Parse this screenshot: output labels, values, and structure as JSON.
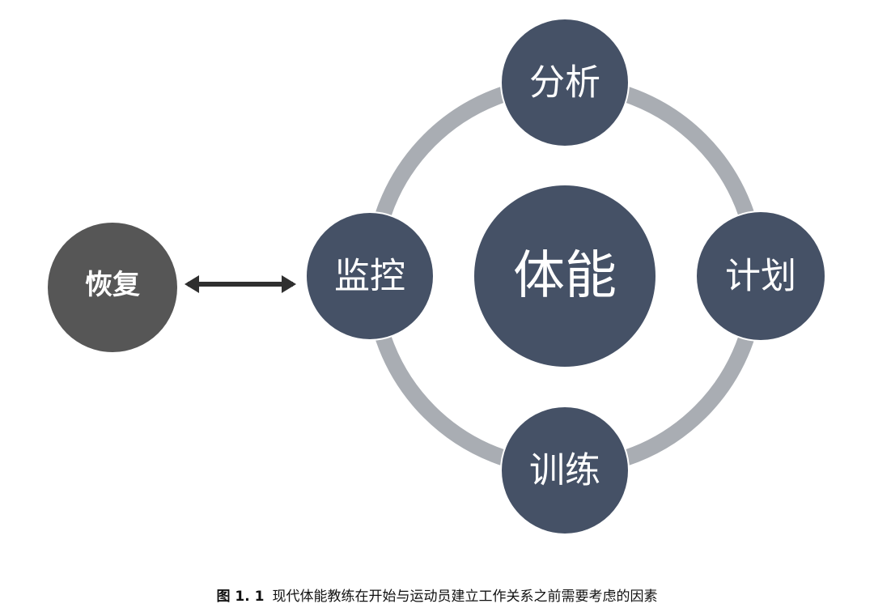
{
  "diagram": {
    "center": {
      "label": "体能"
    },
    "top": {
      "label": "分析"
    },
    "right": {
      "label": "计划"
    },
    "bottom": {
      "label": "训练"
    },
    "left": {
      "label": "监控"
    },
    "outside": {
      "label": "恢复"
    }
  },
  "colors": {
    "node_fill": "#455166",
    "recovery_fill": "#565656",
    "ring": "#a9adb3",
    "arrow": "#2f2f2f",
    "text": "#ffffff"
  },
  "caption": {
    "figure_label": "图 1. 1",
    "text": "现代体能教练在开始与运动员建立工作关系之前需要考虑的因素"
  }
}
